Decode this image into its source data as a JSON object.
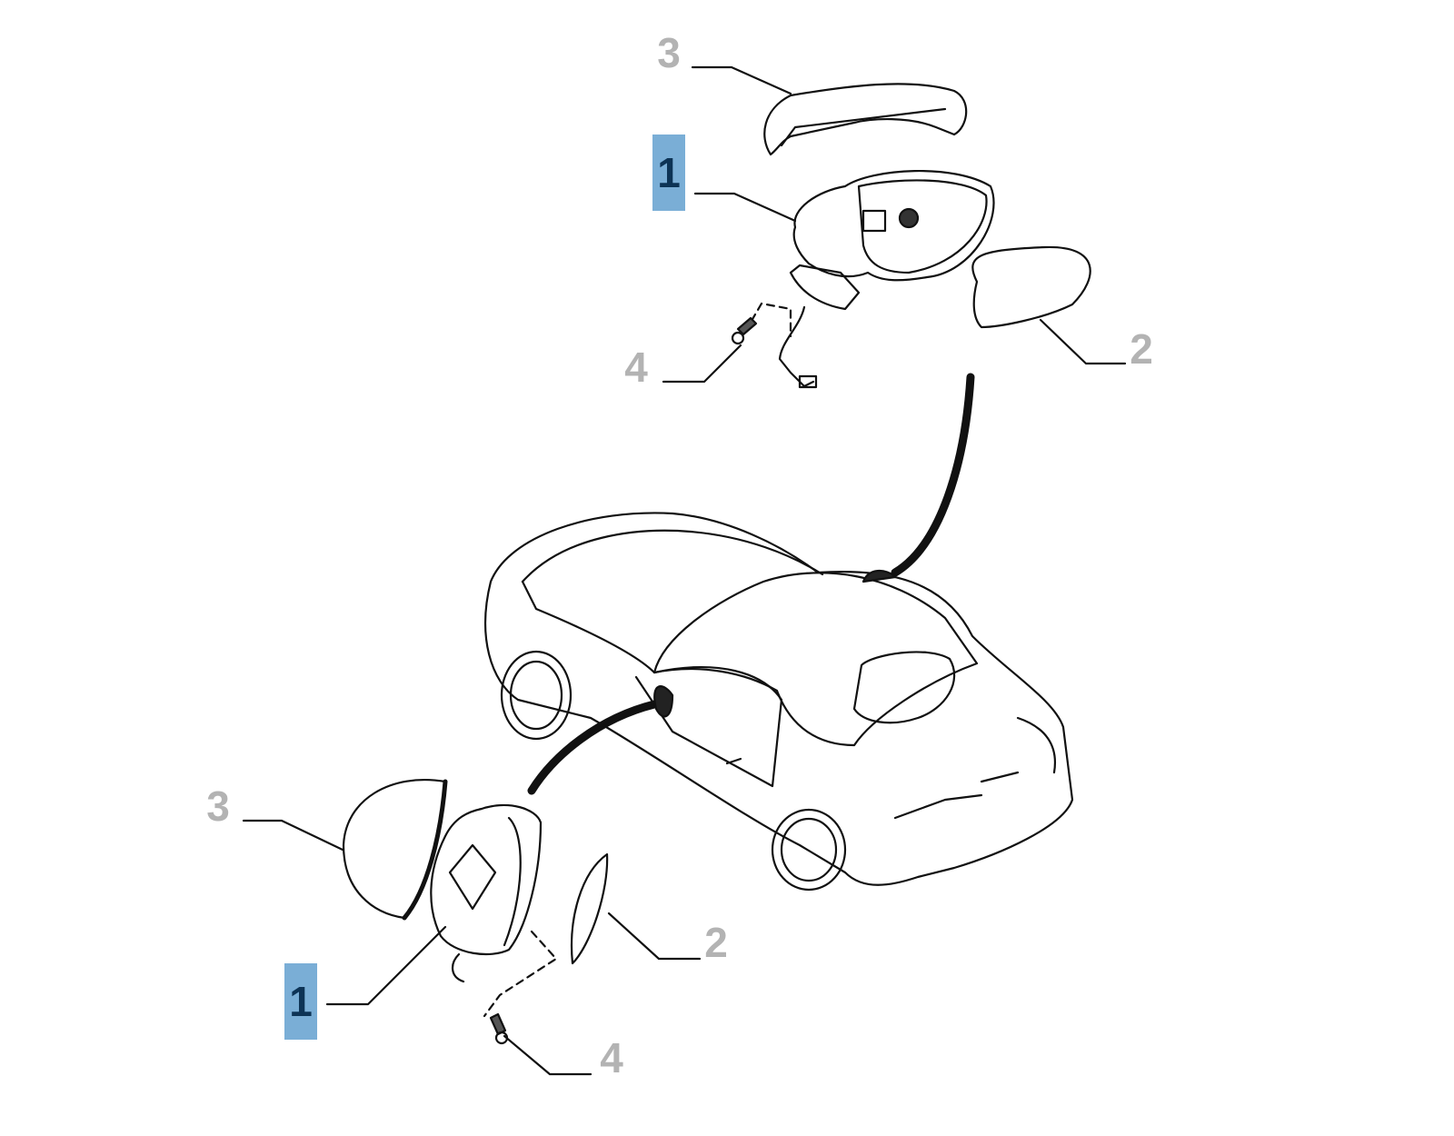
{
  "diagram": {
    "highlight_color": "#7aaed6",
    "label_color": "#b3b3b3",
    "top_group": {
      "callouts": [
        {
          "number": "3",
          "part": "mirror-cover"
        },
        {
          "number": "1",
          "part": "mirror-assembly",
          "highlighted": true
        },
        {
          "number": "4",
          "part": "screw"
        },
        {
          "number": "2",
          "part": "mirror-glass"
        }
      ]
    },
    "bottom_group": {
      "callouts": [
        {
          "number": "3",
          "part": "mirror-cover"
        },
        {
          "number": "1",
          "part": "mirror-assembly",
          "highlighted": true
        },
        {
          "number": "2",
          "part": "mirror-glass"
        },
        {
          "number": "4",
          "part": "screw"
        }
      ]
    }
  }
}
